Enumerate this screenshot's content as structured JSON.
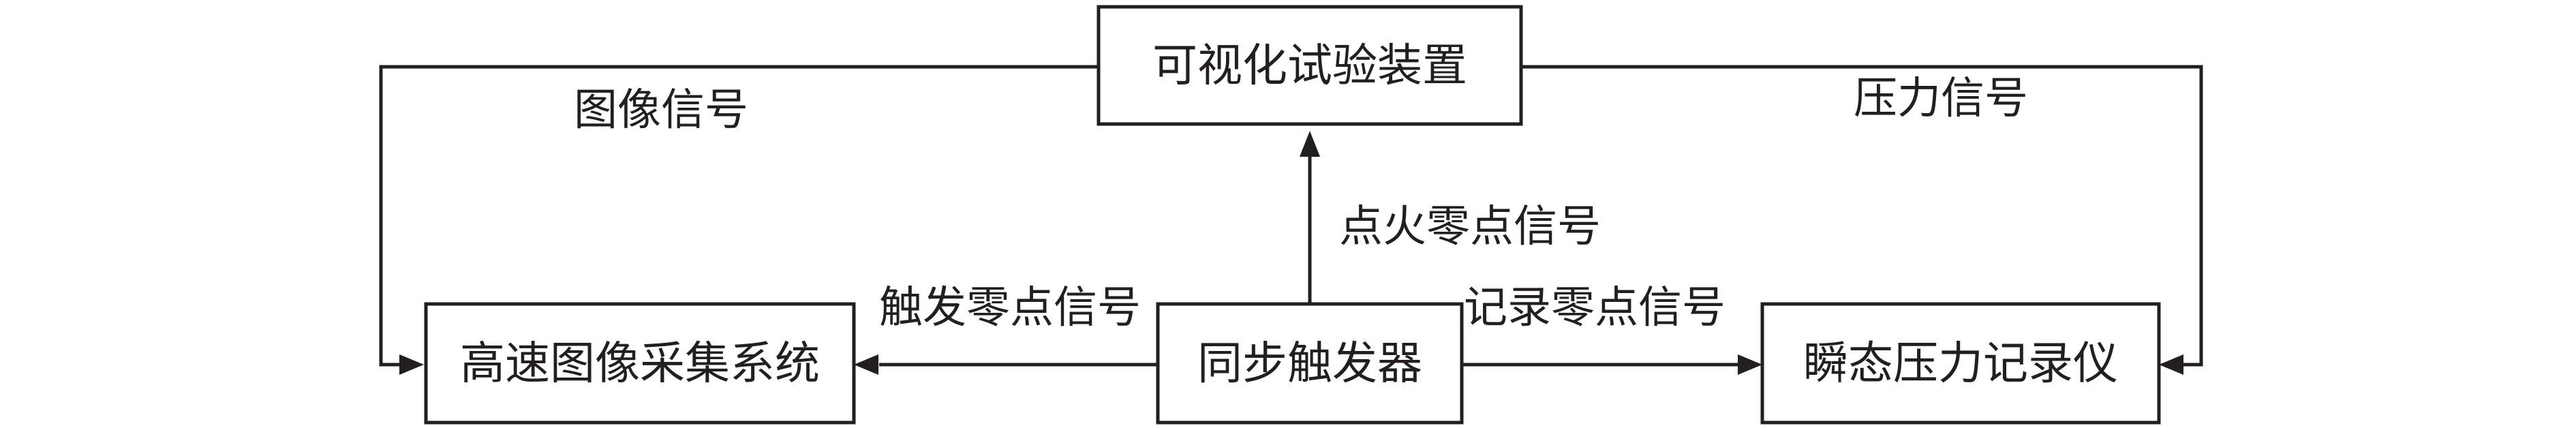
{
  "nodes": {
    "visual_test_device": "可视化试验装置",
    "high_speed_image_system": "高速图像采集系统",
    "sync_trigger": "同步触发器",
    "transient_pressure_recorder": "瞬态压力记录仪"
  },
  "edges": {
    "image_signal": "图像信号",
    "pressure_signal": "压力信号",
    "ignition_zero_signal": "点火零点信号",
    "trigger_zero_signal": "触发零点信号",
    "record_zero_signal": "记录零点信号"
  },
  "colors": {
    "stroke": "#231f20",
    "background": "#ffffff"
  }
}
